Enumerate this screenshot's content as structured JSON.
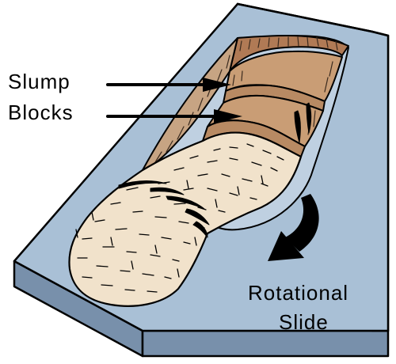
{
  "labels": {
    "slump": "Slump",
    "blocks": "Blocks",
    "rotational": "Rotational",
    "slide": "Slide"
  },
  "colors": {
    "slope_face": "#a9c0d6",
    "slope_side": "#8099b4",
    "slope_bottom": "#7890ab",
    "scarp_light": "#c7a483",
    "scarp_dark": "#b07a55",
    "slump_block_top": "#c99d75",
    "slump_block_front": "#b88a63",
    "flow_body": "#f1e2cb",
    "outline": "#000000",
    "arrow": "#000000"
  },
  "icons": {
    "arrow_to_blocks": "right-arrow",
    "rotation_arrow": "curved-arrow"
  }
}
